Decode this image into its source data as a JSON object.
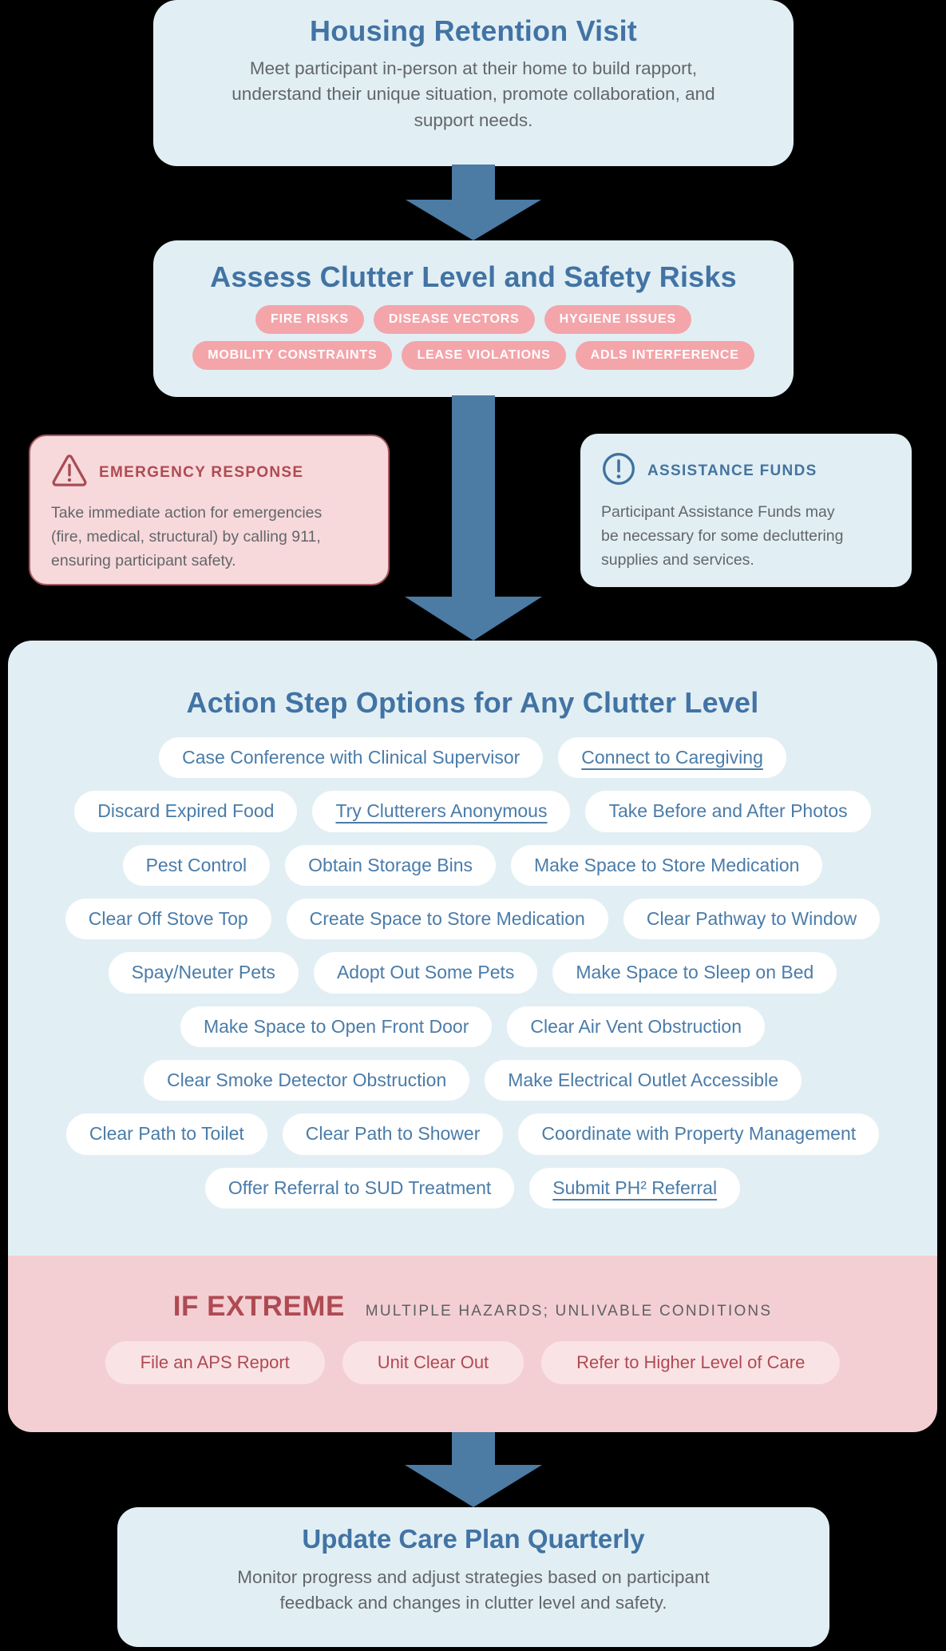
{
  "colors": {
    "background": "#000000",
    "panel_blue": "#E1EFF4",
    "heading_blue": "#4273A4",
    "pill_text_blue": "#4A7CA9",
    "arrow_blue": "#4C7BA4",
    "body_gray": "#63666A",
    "tag_pink": "#F4A5AA",
    "emergency_bg": "#F7D9DB",
    "emergency_border": "#A85A61",
    "alert_red": "#AF4A53",
    "extreme_bg": "#F3CFD3",
    "extreme_pill_bg": "#FAE3E5"
  },
  "step1": {
    "title": "Housing Retention Visit",
    "description": "Meet participant in-person at their home to build rapport, understand their unique situation, promote collaboration, and support needs."
  },
  "step2": {
    "title": "Assess Clutter Level and Safety Risks",
    "risk_tags": [
      "FIRE RISKS",
      "DISEASE VECTORS",
      "HYGIENE ISSUES",
      "MOBILITY CONSTRAINTS",
      "LEASE VIOLATIONS",
      "ADLS INTERFERENCE"
    ]
  },
  "emergency": {
    "icon": "warning-triangle-icon",
    "title": "EMERGENCY RESPONSE",
    "description": "Take immediate action for emergencies (fire, medical, structural) by calling 911, ensuring participant safety."
  },
  "assistance": {
    "icon": "alert-circle-icon",
    "title": "ASSISTANCE FUNDS",
    "description": "Participant Assistance Funds may be necessary for some decluttering supplies and services."
  },
  "action": {
    "title": "Action Step Options for Any Clutter Level",
    "rows": [
      [
        {
          "label": "Case Conference with Clinical Supervisor",
          "link": false
        },
        {
          "label": "Connect to Caregiving",
          "link": true
        }
      ],
      [
        {
          "label": "Discard Expired Food",
          "link": false
        },
        {
          "label": "Try Clutterers Anonymous",
          "link": true
        },
        {
          "label": "Take Before and After Photos",
          "link": false
        }
      ],
      [
        {
          "label": "Pest Control",
          "link": false
        },
        {
          "label": "Obtain Storage Bins",
          "link": false
        },
        {
          "label": "Make Space to Store Medication",
          "link": false
        }
      ],
      [
        {
          "label": "Clear Off Stove Top",
          "link": false
        },
        {
          "label": "Create Space to Store Medication",
          "link": false
        },
        {
          "label": "Clear Pathway to Window",
          "link": false
        }
      ],
      [
        {
          "label": "Spay/Neuter Pets",
          "link": false
        },
        {
          "label": "Adopt Out Some Pets",
          "link": false
        },
        {
          "label": "Make Space to Sleep on Bed",
          "link": false
        }
      ],
      [
        {
          "label": "Make Space to Open Front Door",
          "link": false
        },
        {
          "label": "Clear Air Vent Obstruction",
          "link": false
        }
      ],
      [
        {
          "label": "Clear Smoke Detector Obstruction",
          "link": false
        },
        {
          "label": "Make Electrical Outlet Accessible",
          "link": false
        }
      ],
      [
        {
          "label": "Clear Path to Toilet",
          "link": false
        },
        {
          "label": "Clear Path to Shower",
          "link": false
        },
        {
          "label": "Coordinate with Property Management",
          "link": false
        }
      ],
      [
        {
          "label": "Offer Referral to SUD Treatment",
          "link": false
        },
        {
          "label": "Submit PH² Referral",
          "link": true
        }
      ]
    ]
  },
  "extreme": {
    "title": "IF EXTREME",
    "subtitle": "MULTIPLE HAZARDS; UNLIVABLE CONDITIONS",
    "options": [
      "File an APS Report",
      "Unit Clear Out",
      "Refer to Higher Level of Care"
    ]
  },
  "final": {
    "title": "Update Care Plan Quarterly",
    "description": "Monitor progress and adjust strategies based on participant feedback and changes in clutter level and safety."
  }
}
